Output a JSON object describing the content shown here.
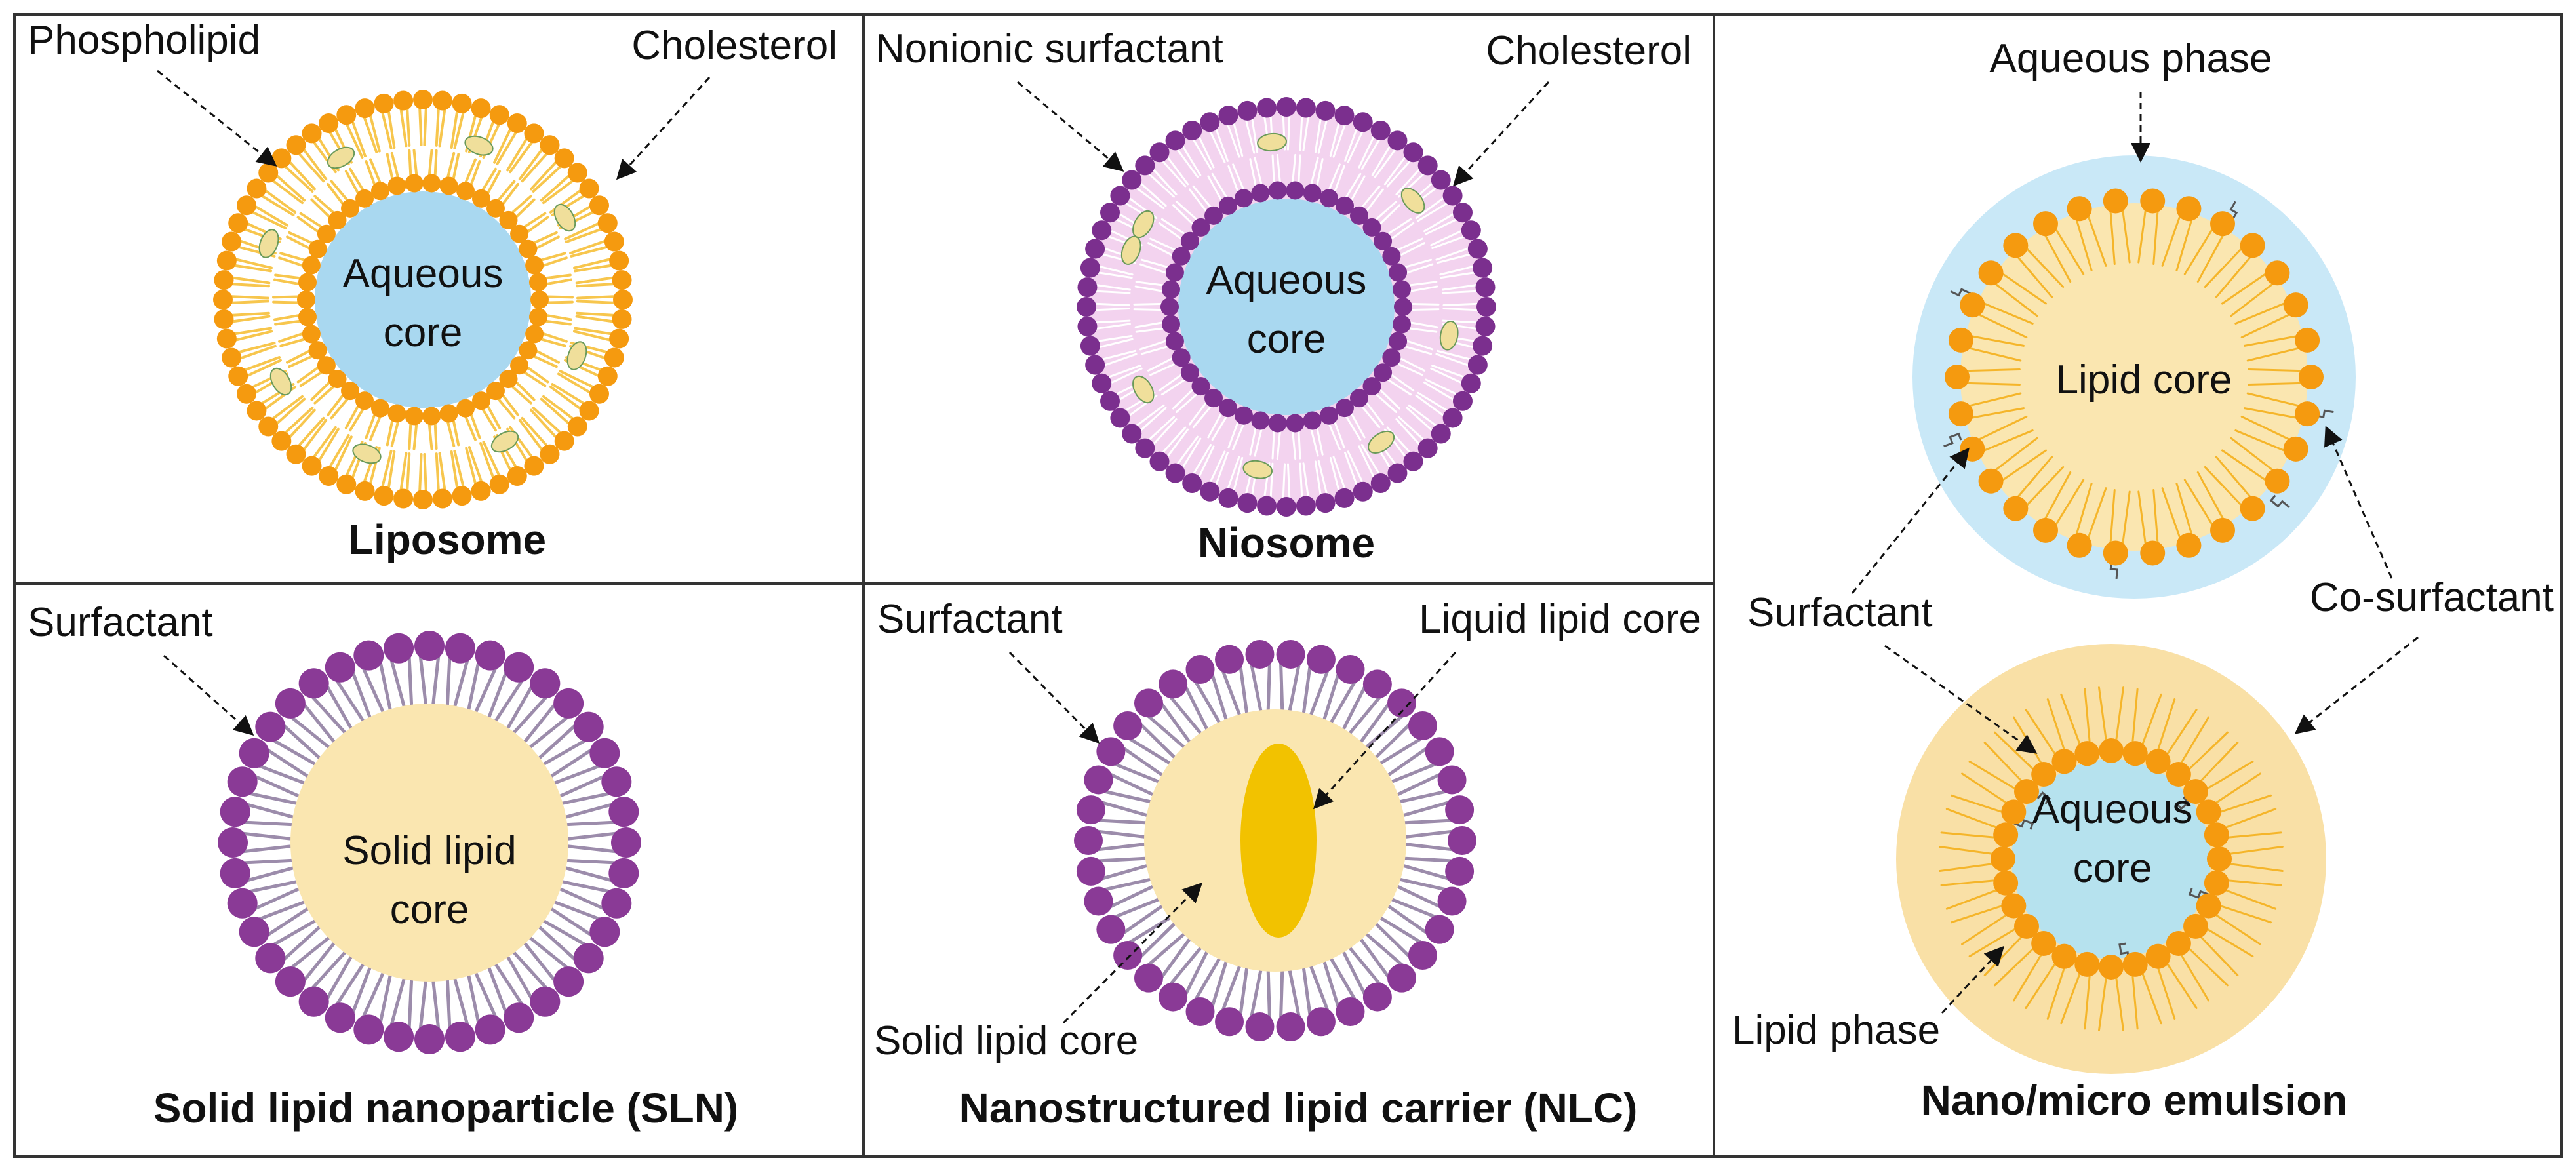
{
  "panels": {
    "liposome": {
      "title": "Liposome",
      "labels": {
        "phospholipid": "Phospholipid",
        "cholesterol": "Cholesterol",
        "core_line1": "Aqueous",
        "core_line2": "core"
      }
    },
    "niosome": {
      "title": "Niosome",
      "labels": {
        "nonionic_surfactant": "Nonionic surfactant",
        "cholesterol": "Cholesterol",
        "core_line1": "Aqueous",
        "core_line2": "core"
      }
    },
    "sln": {
      "title": "Solid lipid nanoparticle (SLN)",
      "labels": {
        "surfactant": "Surfactant",
        "core_line1": "Solid lipid",
        "core_line2": "core"
      }
    },
    "nlc": {
      "title": "Nanostructured lipid carrier (NLC)",
      "labels": {
        "surfactant": "Surfactant",
        "liquid_lipid_core": "Liquid lipid core",
        "solid_lipid_core": "Solid lipid core"
      }
    },
    "emulsion": {
      "title": "Nano/micro emulsion",
      "labels": {
        "aqueous_phase": "Aqueous phase",
        "lipid_core": "Lipid core",
        "surfactant": "Surfactant",
        "co_surfactant": "Co-surfactant",
        "core_line1": "Aqueous",
        "core_line2": "core",
        "lipid_phase": "Lipid phase"
      }
    }
  },
  "colors": {
    "aqueous": "#a9d8f0",
    "lipid": "#fae6b0",
    "phospholipid_head": "#f59a0f",
    "phospholipid_tail": "#f7c64d",
    "niosome_head": "#7b2f8e",
    "niosome_fill": "#f3d3ef",
    "sln_head": "#8a3a96",
    "sln_tail": "#9c8cab",
    "liquid_lipid": "#f2c200",
    "cholesterol": "#f0df9b",
    "aqueous_phase_halo": "#c9e8f7",
    "lipid_phase_halo": "#f9e0a6",
    "emulsion_aqueous_core": "#b6e2ee",
    "grid_line": "#333333"
  }
}
